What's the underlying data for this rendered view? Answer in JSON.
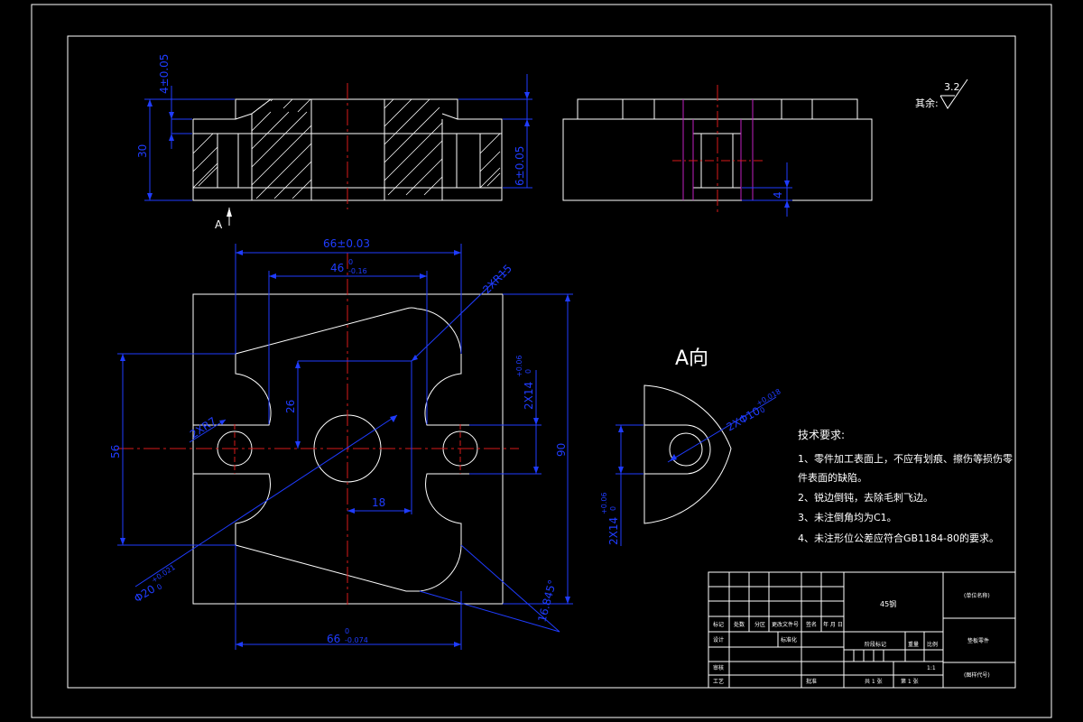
{
  "drawing": {
    "dimensions": {
      "top_tol": "4±0.05",
      "height_30": "30",
      "tol_6": "6±0.05",
      "side_4": "4",
      "width_66": "66±0.03",
      "width_46": "46",
      "width_46_tol_upper": "0",
      "width_46_tol_lower": "-0.16",
      "radius_r15": "2XR15",
      "height_26": "26",
      "height_56": "56",
      "height_90": "90",
      "slot_14": "2X14",
      "slot_14_tol_upper": "+0.06",
      "slot_14_tol_lower": "0",
      "radius_r7": "2XR7",
      "width_18": "18",
      "diam_20": "Φ20",
      "diam_20_tol_upper": "+0.021",
      "diam_20_tol_lower": "0",
      "angle": "16.845°",
      "bottom_66": "66",
      "bottom_66_tol_upper": "0",
      "bottom_66_tol_lower": "-0.074",
      "view_a_14": "2X14",
      "view_a_14_tol_upper": "+0.06",
      "view_a_14_tol_lower": "0",
      "view_a_diam": "2XΦ10",
      "view_a_diam_tol_upper": "+0.018",
      "view_a_diam_tol_lower": "0"
    },
    "view_label_a_arrow": "A",
    "view_a_title": "A向",
    "roughness": {
      "prefix": "其余:",
      "value": "3.2"
    },
    "requirements": {
      "title": "技术要求:",
      "items": [
        "1、零件加工表面上，不应有划痕、擦伤等损伤零",
        "件表面的缺陷。",
        "2、锐边倒钝，去除毛刺飞边。",
        "3、未注倒角均为C1。",
        "4、未注形位公差应符合GB1184-80的要求。"
      ]
    },
    "title_block": {
      "material": "45钢",
      "company": "(单位名称)",
      "part_name": "垫板零件",
      "drawing_no": "(图样代号)",
      "scale": "1:1",
      "headers": [
        "标记",
        "处数",
        "分区",
        "更改文件号",
        "签名",
        "年 月 日"
      ],
      "row_design": "设计",
      "row_standard": "标准化",
      "stage_label": "阶段标记",
      "weight_label": "重量",
      "scale_label": "比例",
      "row_check": "审核",
      "row_process": "工艺",
      "row_approve": "批准",
      "sheet_total": "共 1 张",
      "sheet_no": "第 1 张"
    }
  }
}
